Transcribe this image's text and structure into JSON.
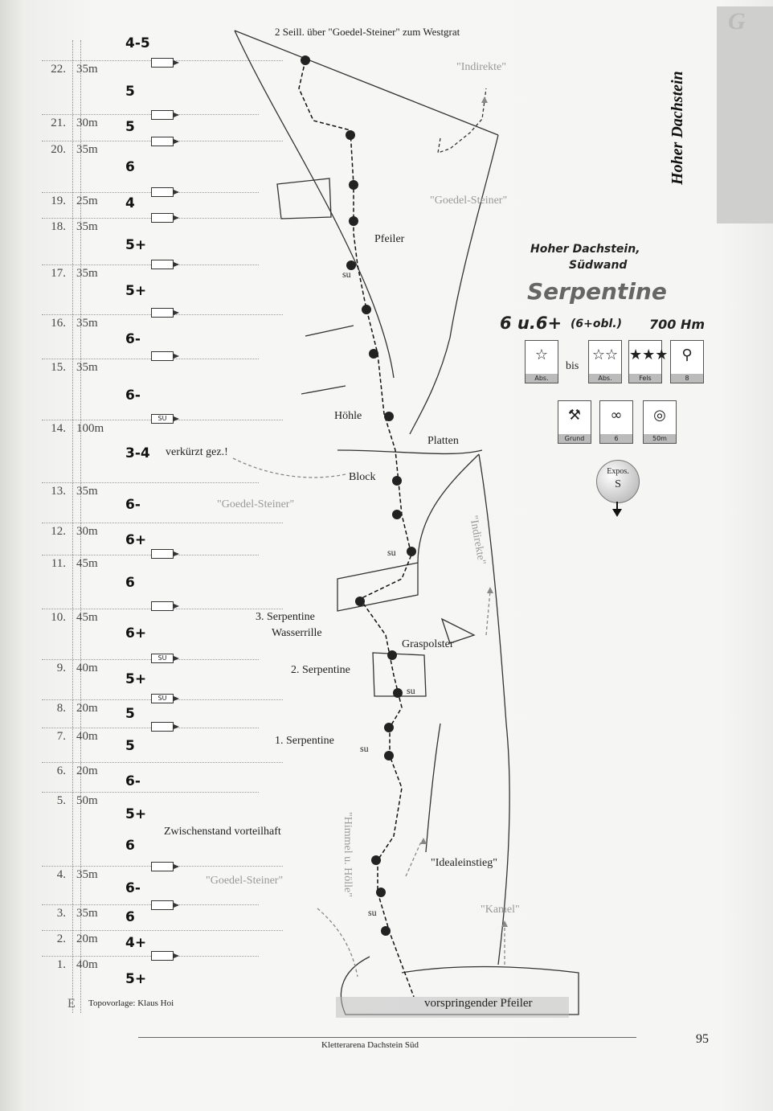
{
  "header_note": "2 Seill. über \"Goedel-Steiner\" zum Westgrat",
  "top_grade": "4-5",
  "side_title": "Hoher Dachstein",
  "tab_letter": "G",
  "route": {
    "area": "Hoher Dachstein,",
    "face": "Südwand",
    "name": "Serpentine",
    "grade_line": "6 u.6+",
    "grade_extra": "(6+obl.)",
    "height": "700 Hm",
    "bis": "bis",
    "expos_label": "Expos.",
    "expos_value": "S"
  },
  "icons": [
    {
      "name": "star-rating-icon",
      "symbol": "☆",
      "caption": "Abs."
    },
    {
      "name": "two-star-rating-icon",
      "symbol": "☆☆",
      "caption": "Abs."
    },
    {
      "name": "three-star-rock-icon",
      "symbol": "★★★",
      "caption": "Fels"
    },
    {
      "name": "quickdraw-icon",
      "symbol": "⚲",
      "caption": "8"
    },
    {
      "name": "hammer-icon",
      "symbol": "⚒",
      "caption": "Grund"
    },
    {
      "name": "sling-icon",
      "symbol": "∞",
      "caption": "6"
    },
    {
      "name": "rope-icon",
      "symbol": "◎",
      "caption": "50m"
    }
  ],
  "pitches": [
    {
      "num": "22.",
      "len": "35m",
      "grade": "5"
    },
    {
      "num": "21.",
      "len": "30m",
      "grade": "5"
    },
    {
      "num": "20.",
      "len": "35m",
      "grade": "6"
    },
    {
      "num": "19.",
      "len": "25m",
      "grade": "4"
    },
    {
      "num": "18.",
      "len": "35m",
      "grade": "5+"
    },
    {
      "num": "17.",
      "len": "35m",
      "grade": "5+"
    },
    {
      "num": "16.",
      "len": "35m",
      "grade": "6-"
    },
    {
      "num": "15.",
      "len": "35m",
      "grade": "6-"
    },
    {
      "num": "14.",
      "len": "100m",
      "grade": "3-4"
    },
    {
      "num": "13.",
      "len": "35m",
      "grade": "6-"
    },
    {
      "num": "12.",
      "len": "30m",
      "grade": "6+"
    },
    {
      "num": "11.",
      "len": "45m",
      "grade": "6"
    },
    {
      "num": "10.",
      "len": "45m",
      "grade": "6+"
    },
    {
      "num": "9.",
      "len": "40m",
      "grade": "5+"
    },
    {
      "num": "8.",
      "len": "20m",
      "grade": "5"
    },
    {
      "num": "7.",
      "len": "40m",
      "grade": "5"
    },
    {
      "num": "6.",
      "len": "20m",
      "grade": "6-"
    },
    {
      "num": "5.",
      "len": "50m",
      "grade": "5+"
    },
    {
      "num": "4.",
      "len": "35m",
      "grade": "6-"
    },
    {
      "num": "3.",
      "len": "35m",
      "grade": "6"
    },
    {
      "num": "2.",
      "len": "20m",
      "grade": "4+"
    },
    {
      "num": "1.",
      "len": "40m",
      "grade": "5+"
    }
  ],
  "extra_grade_5": "6",
  "notes": {
    "p14": "verkürzt gez.!",
    "p5": "Zwischenstand vorteilhaft",
    "e": "E",
    "topo_credit": "Topovorlage: Klaus Hoi"
  },
  "bolt_su": "SU",
  "topo_labels": {
    "indirekte_top": "\"Indirekte\"",
    "goedel_top": "\"Goedel-Steiner\"",
    "pfeiler": "Pfeiler",
    "hoehle": "Höhle",
    "platten": "Platten",
    "block": "Block",
    "goedel_mid": "\"Goedel-Steiner\"",
    "indirekte_mid": "\"Indirekte\"",
    "serp3": "3. Serpentine",
    "wasserrille": "Wasserrille",
    "graspolster": "Graspolster",
    "serp2": "2. Serpentine",
    "serp1": "1. Serpentine",
    "himmel": "\"Himmel u. Hölle\"",
    "idealeinstieg": "\"Idealeinstieg\"",
    "goedel_bottom": "\"Goedel-Steiner\"",
    "kamel": "\"Kamel\"",
    "vorspringend": "vorspringender Pfeiler",
    "su": "su"
  },
  "footer": {
    "book": "Kletterarena Dachstein Süd",
    "page": "95"
  }
}
